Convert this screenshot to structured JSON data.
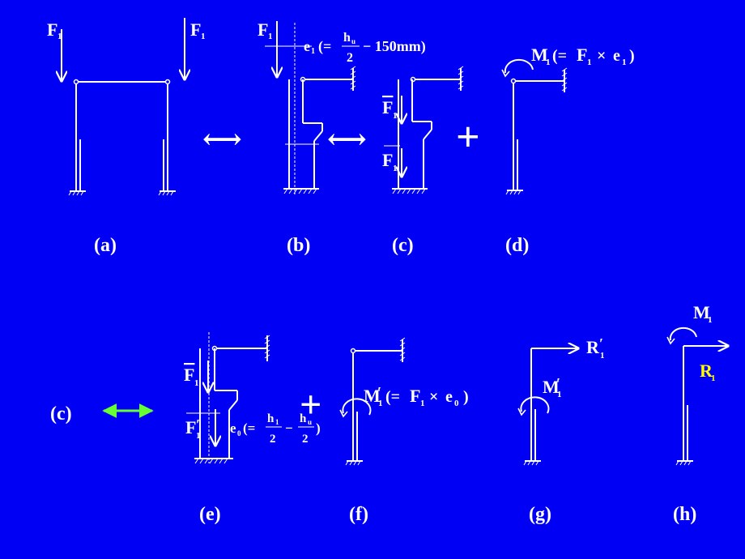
{
  "colors": {
    "background": "#0000f5",
    "stroke": "#ffffff",
    "double_arrow_green": "#66ff33",
    "reaction_label": "#ffff00"
  },
  "panels": {
    "a": {
      "caption": "(a)",
      "load_left": "F",
      "load_left_sub": "1",
      "load_right": "F",
      "load_right_sub": "1"
    },
    "b": {
      "caption": "(b)",
      "load": "F",
      "load_sub": "1",
      "ecc_label": "e",
      "ecc_sub": "1",
      "ecc_open": "(=",
      "ecc_num": "h",
      "ecc_num_sub": "u",
      "ecc_den": "2",
      "ecc_tail": "− 150mm)"
    },
    "c": {
      "caption": "(c)",
      "force_top": "F",
      "force_top_sub": "1",
      "force_bot": "F",
      "force_bot_sub": "1"
    },
    "d": {
      "caption": "(d)",
      "moment": "M",
      "moment_sub": "1",
      "moment_open": "(=",
      "moment_F": "F",
      "moment_F_sub": "1",
      "moment_times": "×",
      "moment_e": "e",
      "moment_e_sub": "1",
      "moment_close": ")"
    },
    "row2_label": "(c)",
    "e": {
      "caption": "(e)",
      "force_top": "F",
      "force_top_sub": "1",
      "force_bot": "F",
      "force_bot_sub": "1",
      "force_bot_prime": "′",
      "ecc_label": "e",
      "ecc_sub": "0",
      "ecc_open": "(=",
      "ecc_num1": "h",
      "ecc_num1_sub": "1",
      "ecc_den1": "2",
      "ecc_minus": "−",
      "ecc_num2": "h",
      "ecc_num2_sub": "u",
      "ecc_den2": "2",
      "ecc_close": ")"
    },
    "f": {
      "caption": "(f)",
      "moment": "M",
      "moment_prime": "′",
      "moment_sub": "1",
      "moment_open": "(=",
      "moment_F": "F",
      "moment_F_sub": "1",
      "moment_times": "×",
      "moment_e": "e",
      "moment_e_sub": "0",
      "moment_close": ")"
    },
    "g": {
      "caption": "(g)",
      "reaction": "R",
      "reaction_prime": "′",
      "reaction_sub": "1",
      "moment": "M",
      "moment_prime": "′",
      "moment_sub": "1"
    },
    "h": {
      "caption": "(h)",
      "moment": "M",
      "moment_sub": "1",
      "reaction": "R",
      "reaction_sub": "1"
    }
  },
  "operators": {
    "equiv": "⟷",
    "plus": "+"
  }
}
